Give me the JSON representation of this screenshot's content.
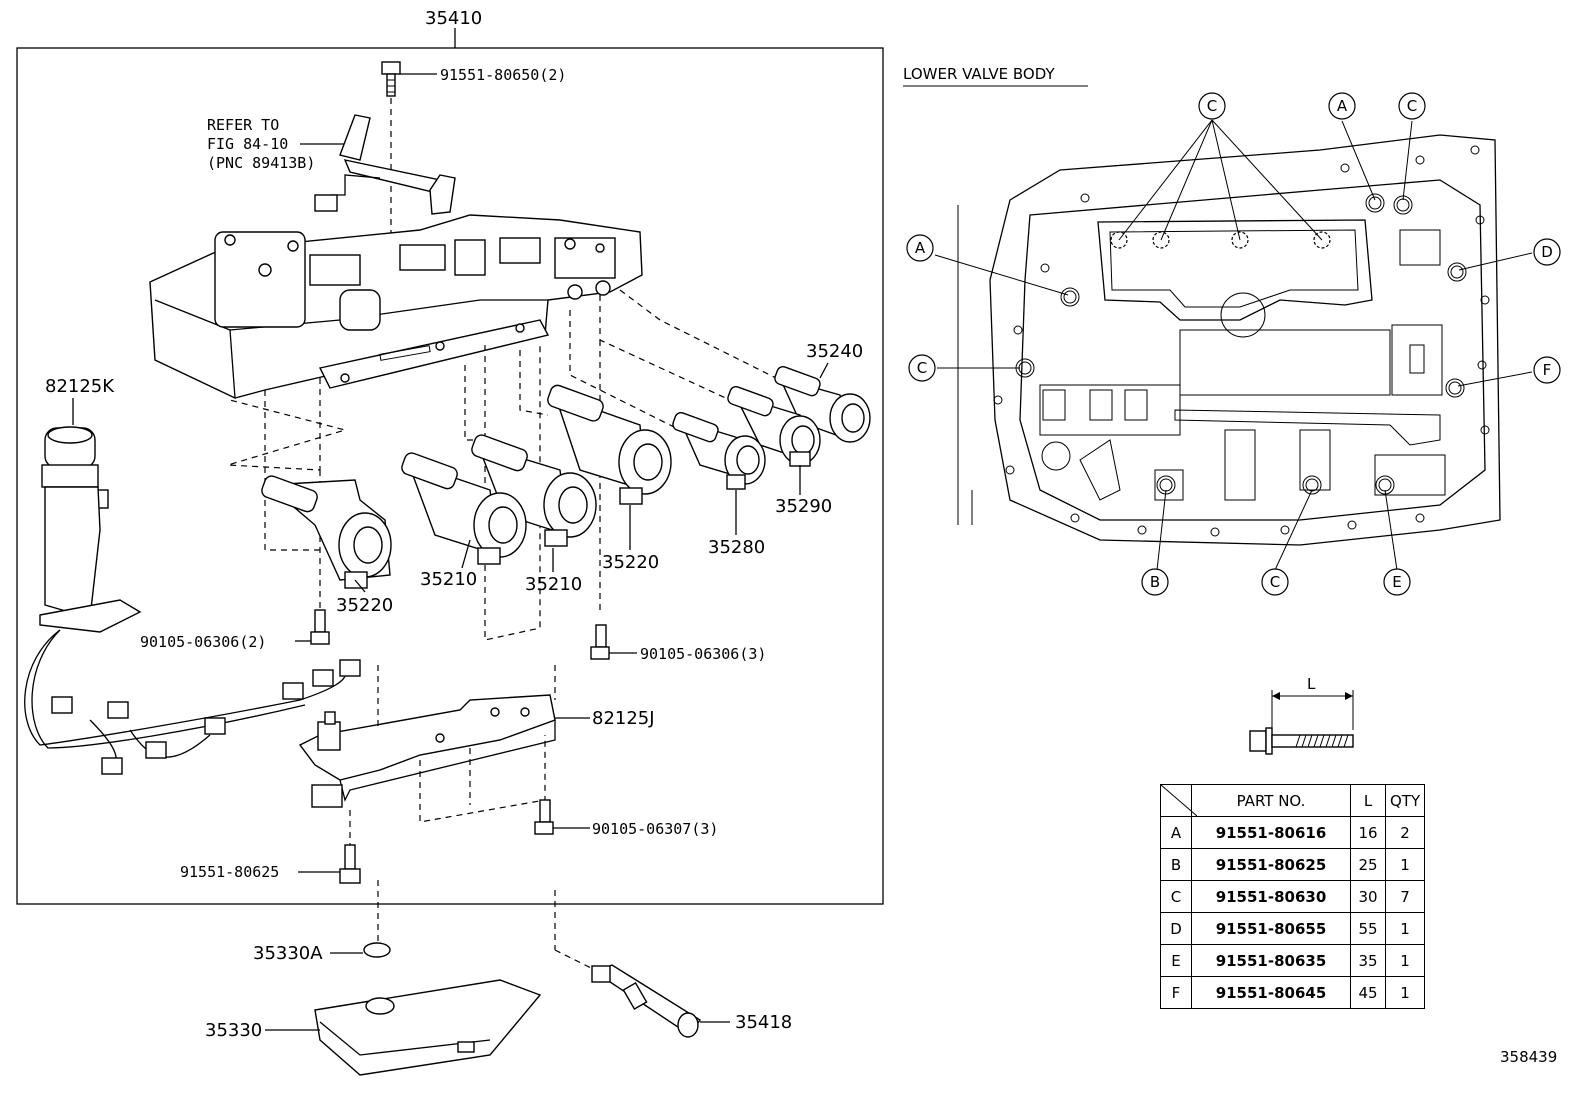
{
  "main_assembly": {
    "part_no": "35410"
  },
  "note": {
    "line1": "REFER TO",
    "line2": "FIG 84-10",
    "line3": "(PNC 89413B)"
  },
  "labels": {
    "bolt_top": "91551-80650(2)",
    "wire_harness": "82125K",
    "solenoid_35240": "35240",
    "solenoid_35290": "35290",
    "solenoid_35280": "35280",
    "solenoid_35220_right": "35220",
    "solenoid_35210_a": "35210",
    "solenoid_35210_b": "35210",
    "solenoid_35220_left": "35220",
    "bolt_left": "90105-06306(2)",
    "bolt_right": "90105-06306(3)",
    "bracket": "82125J",
    "bolt_bracket": "90105-06307(3)",
    "bolt_bottom": "91551-80625",
    "oring": "35330A",
    "strainer": "35330",
    "connector": "35418"
  },
  "lower_valve_body": {
    "title": "LOWER VALVE BODY",
    "callouts": [
      "C",
      "A",
      "C",
      "A",
      "D",
      "C",
      "F",
      "B",
      "C",
      "E"
    ]
  },
  "bolt_dim": {
    "label": "L"
  },
  "table": {
    "headers": [
      "PART NO.",
      "L",
      "QTY"
    ],
    "rows": [
      {
        "key": "A",
        "part": "91551-80616",
        "l": "16",
        "qty": "2"
      },
      {
        "key": "B",
        "part": "91551-80625",
        "l": "25",
        "qty": "1"
      },
      {
        "key": "C",
        "part": "91551-80630",
        "l": "30",
        "qty": "7"
      },
      {
        "key": "D",
        "part": "91551-80655",
        "l": "55",
        "qty": "1"
      },
      {
        "key": "E",
        "part": "91551-80635",
        "l": "35",
        "qty": "1"
      },
      {
        "key": "F",
        "part": "91551-80645",
        "l": "45",
        "qty": "1"
      }
    ]
  },
  "figure_id": "358439"
}
